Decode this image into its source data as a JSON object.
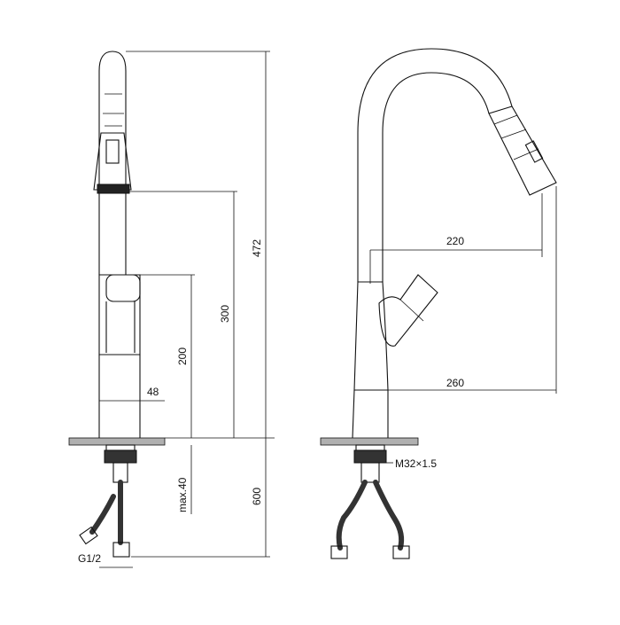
{
  "dimensions": {
    "total_height": "472",
    "spout_height": "300",
    "body_height": "200",
    "body_width": "48",
    "below_deck": "600",
    "max_deck": "max.40",
    "inlet_thread": "G1/2",
    "side_reach_inner": "220",
    "side_reach_outer": "260",
    "mount_thread": "M32×1.5"
  },
  "colors": {
    "line": "#111111",
    "deck_plate": "#b0b0b0",
    "background": "#ffffff"
  }
}
